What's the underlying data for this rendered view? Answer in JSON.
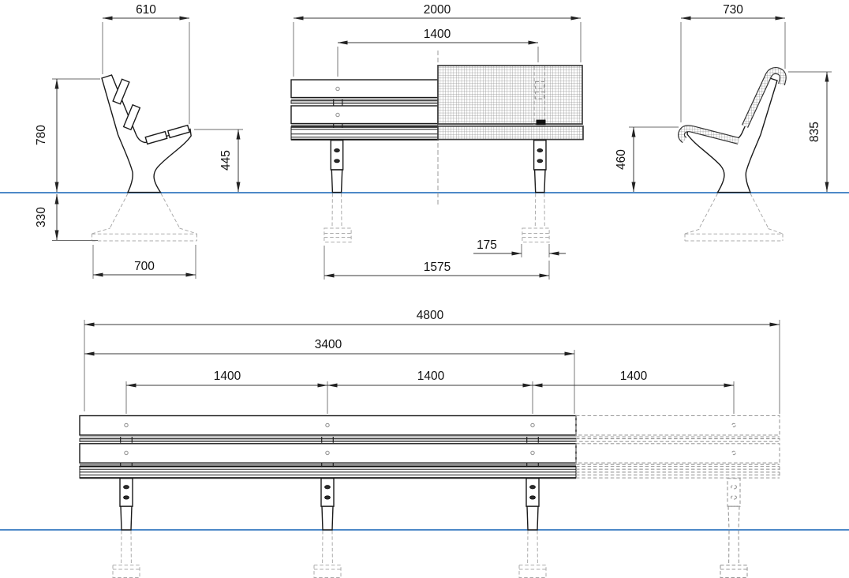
{
  "ground": {
    "color": "#4d89c8"
  },
  "dims": {
    "side_left": {
      "top_width": "610",
      "back_height": "780",
      "seat_height": "445",
      "below_ground": "330",
      "base_width": "700"
    },
    "front_half": {
      "length": "2000",
      "leg_span": "1400",
      "anchor_width": "175",
      "anchor_span": "1575"
    },
    "side_right": {
      "depth": "730",
      "seat_height": "460",
      "back_height": "835"
    },
    "front_long": {
      "total_length": "4800",
      "length": "3400",
      "bay1": "1400",
      "bay2": "1400",
      "bay3": "1400"
    }
  }
}
